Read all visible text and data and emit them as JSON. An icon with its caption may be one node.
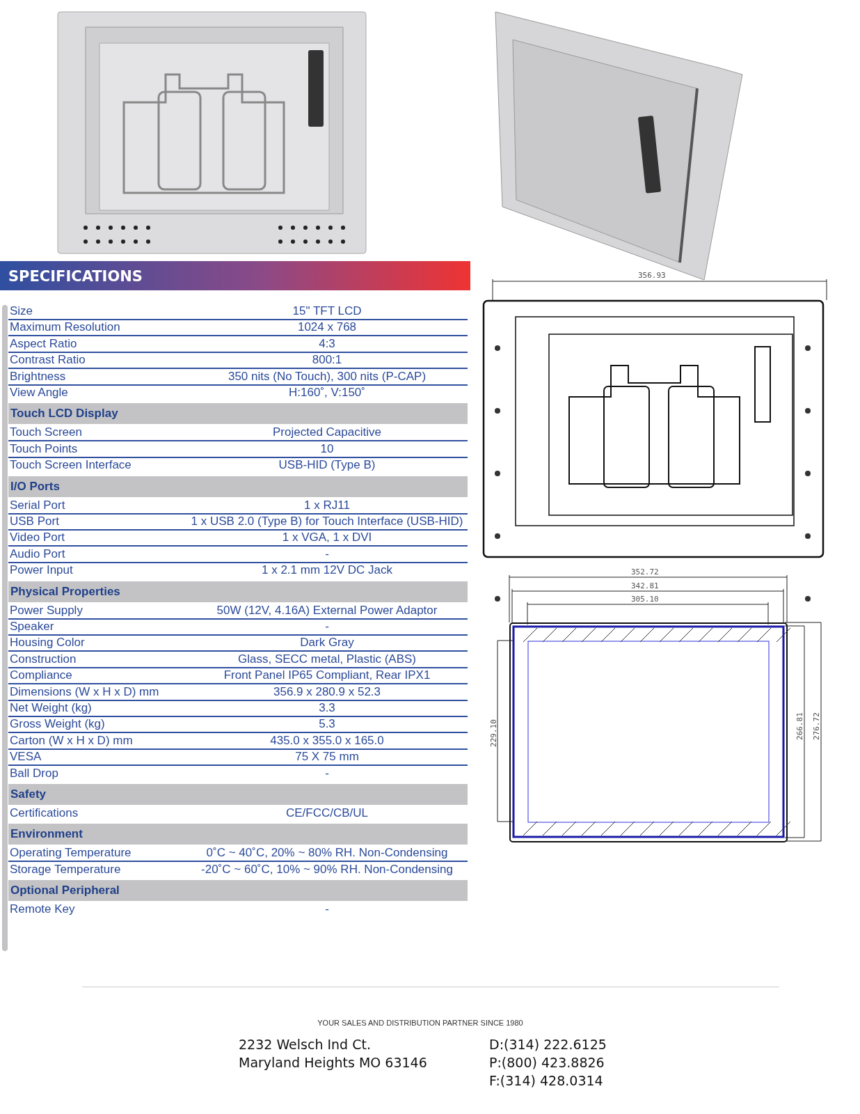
{
  "diagram": {
    "title": "SPECIFICATIONS",
    "labels": [
      "Size",
      "15\" TFT LCD",
      "Maximum Resolution",
      "1024 x 768",
      "Aspect Ratio",
      "4:3",
      "Contrast Ratio",
      "800:1",
      "Brightness",
      "350 nits (No Touch), 300 nits (P-CAP)",
      "View Angle",
      "H:160˚, V:150˚",
      "Touch LCD Display",
      "Touch Screen",
      "Projected Capacitive",
      "Touch Points",
      "10",
      "Touch Screen Interface",
      "USB-HID (Type B)",
      "I/O Ports",
      "Serial Port",
      "1 x RJ11",
      "USB Port",
      "1 x USB 2.0 (Type B) for Touch Interface (USB-HID)",
      "Video Port",
      "1 x VGA, 1 x DVI",
      "Audio Port",
      "-",
      "Power Input",
      "1 x 2.1 mm 12V DC Jack",
      "Physical Properties",
      "Power Supply",
      "50W (12V, 4.16A) External Power Adaptor",
      "Speaker",
      "-",
      "Housing Color",
      "Dark Gray",
      "Construction",
      "Glass, SECC metal, Plastic (ABS)",
      "Compliance",
      "Front Panel IP65 Compliant, Rear IPX1",
      "Dimensions (W x H x D) mm",
      "356.9 x 280.9 x 52.3",
      "Net Weight (kg)",
      "3.3",
      "Gross Weight (kg)",
      "5.3",
      "Carton (W x H x D) mm",
      "435.0 x 355.0 x 165.0",
      "VESA",
      "75 X 75 mm",
      "Ball Drop",
      "-",
      "Safety",
      "Certifications",
      "CE/FCC/CB/UL",
      "Environment",
      "Operating Temperature",
      "0˚C ~ 40˚C, 20% ~ 80% RH. Non-Condensing",
      "Storage Temperature",
      "-20˚C ~ 60˚C, 10% ~ 90% RH. Non-Condensing",
      "Optional Peripheral",
      "Remote Key",
      "-",
      "356.93",
      "352.72",
      "342.81",
      "305.10",
      "229.10",
      "266.81",
      "276.72",
      "YOUR SALES AND DISTRIBUTION PARTNER SINCE 1980",
      "2232 Welsch Ind Ct.",
      "D:(314) 222.6125",
      "Maryland Heights MO 63146",
      "P:(800) 423.8826",
      "F:(314) 428.0314"
    ]
  }
}
